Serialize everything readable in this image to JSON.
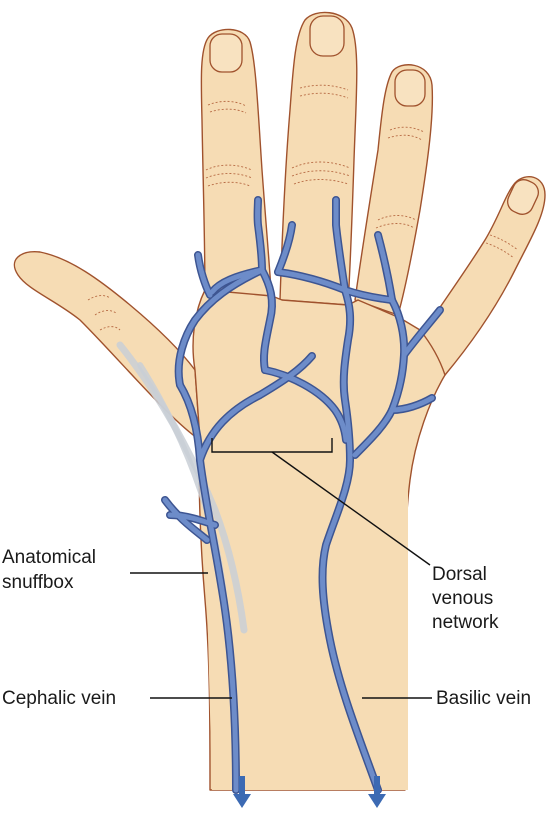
{
  "labels": {
    "snuffbox_line1": "Anatomical",
    "snuffbox_line2": "snuffbox",
    "cephalic": "Cephalic vein",
    "dorsal_line1": "Dorsal",
    "dorsal_line2": "venous",
    "dorsal_line3": "network",
    "basilic": "Basilic vein"
  },
  "colors": {
    "skin": "#f6dcb4",
    "skin_outline": "#a0522d",
    "vein": "#6d8cc9",
    "vein_outline": "#3d5592",
    "arrow": "#3c6ab3"
  }
}
